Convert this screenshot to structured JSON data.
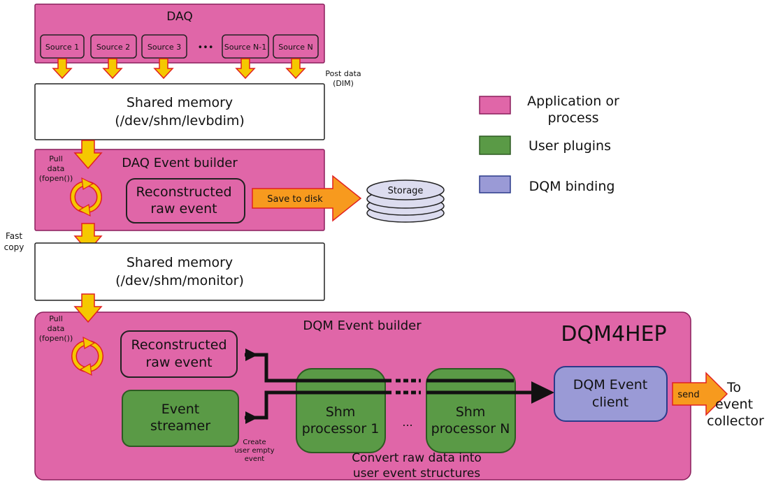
{
  "daq": {
    "title": "DAQ",
    "sources": [
      "Source 1",
      "Source 2",
      "Source 3",
      "Source N-1",
      "Source N"
    ],
    "ellipsis": "•••"
  },
  "post_data": [
    "Post data",
    "(DIM)"
  ],
  "shm1": [
    "Shared memory",
    "(/dev/shm/levbdim)"
  ],
  "pull1": [
    "Pull",
    "data",
    "(fopen())"
  ],
  "daq_eb": {
    "title": "DAQ Event builder",
    "raw": [
      "Reconstructed",
      "raw event"
    ],
    "save": "Save to disk",
    "storage": "Storage"
  },
  "fast_copy": [
    "Fast",
    "copy"
  ],
  "shm2": [
    "Shared memory",
    "(/dev/shm/monitor)"
  ],
  "pull2": [
    "Pull",
    "data",
    "(fopen())"
  ],
  "dqm_eb": {
    "title": "DQM Event builder",
    "brand": "DQM4HEP",
    "raw": [
      "Reconstructed",
      "raw event"
    ],
    "streamer": [
      "Event",
      "streamer"
    ],
    "create": [
      "Create",
      "user empty",
      "event"
    ],
    "proc1": [
      "Shm",
      "processor 1"
    ],
    "procN": [
      "Shm",
      "processor N"
    ],
    "proc_ellipsis": "...",
    "client": [
      "DQM Event",
      "client"
    ],
    "convert": [
      "Convert raw data into",
      "user event structures"
    ],
    "send": "send"
  },
  "to_collector": [
    "To",
    "event",
    "collector"
  ],
  "legend": [
    {
      "label": [
        "Application or",
        "process"
      ],
      "color": "#e066a8"
    },
    {
      "label": [
        "User plugins"
      ],
      "color": "#5a9a46"
    },
    {
      "label": [
        "DQM binding"
      ],
      "color": "#9a9ad6"
    }
  ],
  "colors": {
    "app": "#e066a8",
    "plugin": "#5a9a46",
    "binding": "#9a9ad6",
    "arrow_fill": "#f5c800",
    "arrow_stroke": "#e02020",
    "orange": "#f79a1e"
  }
}
